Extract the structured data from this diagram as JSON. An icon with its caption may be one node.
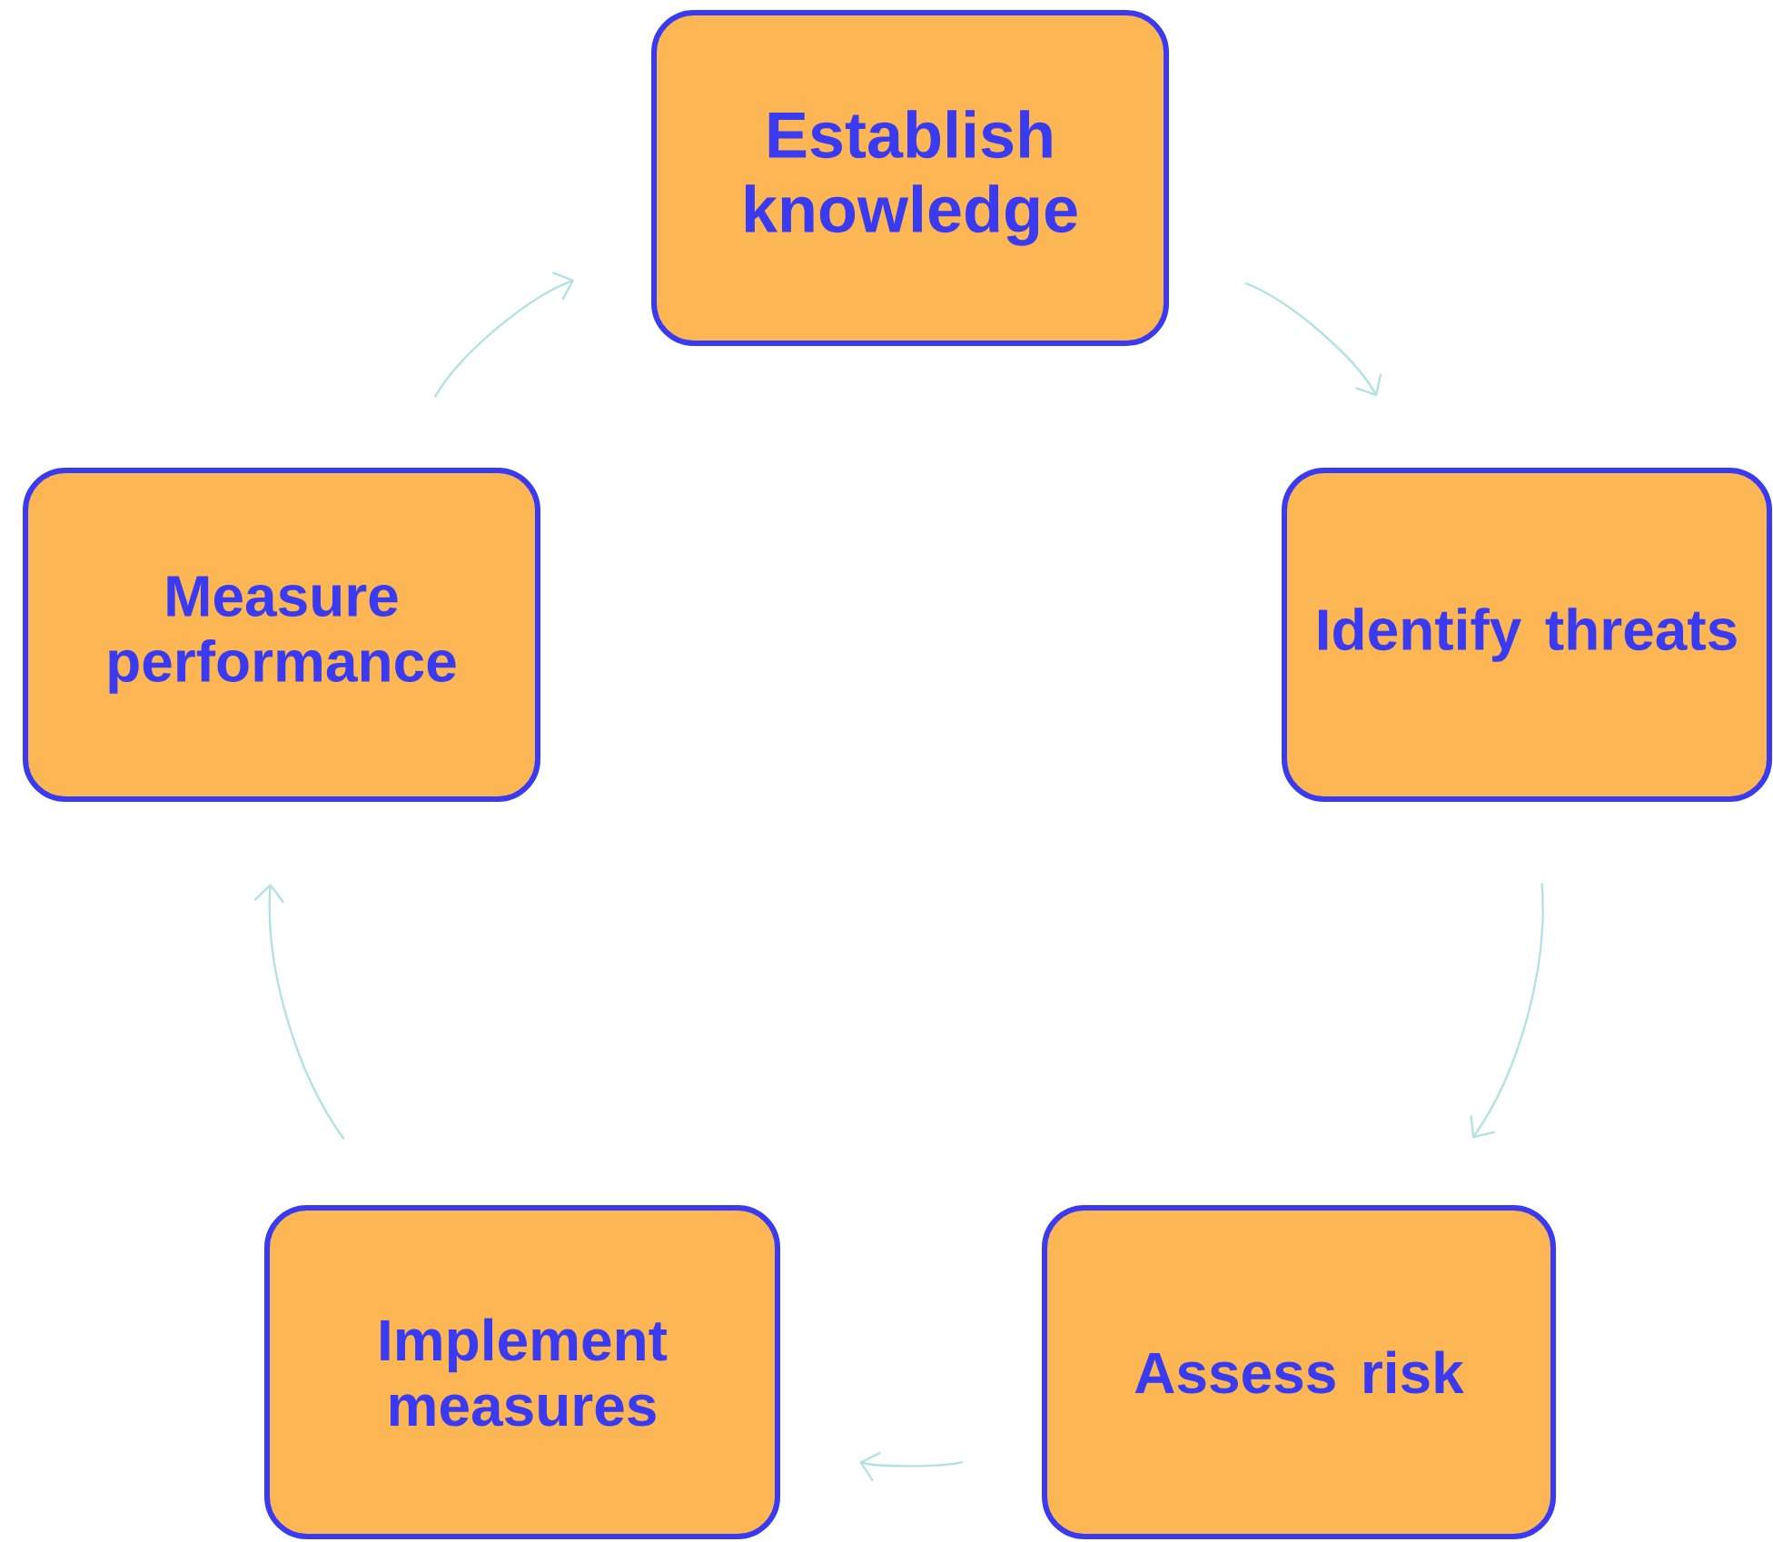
{
  "diagram": {
    "nodes": [
      {
        "text": [
          "Establish knowledge"
        ]
      },
      {
        "text": [
          "Identify threats"
        ]
      },
      {
        "text": [
          "Assess risk"
        ]
      },
      {
        "text": [
          "Implement measures"
        ]
      },
      {
        "text": [
          "Measure performance"
        ]
      }
    ],
    "edges": [
      {
        "from": 0,
        "to": 1,
        "arrow": "to"
      },
      {
        "from": 1,
        "to": 2,
        "arrow": "to"
      },
      {
        "from": 2,
        "to": 3,
        "arrow": "to"
      },
      {
        "from": 3,
        "to": 4,
        "arrow": "to"
      },
      {
        "from": 4,
        "to": 0,
        "arrow": "to"
      }
    ]
  }
}
